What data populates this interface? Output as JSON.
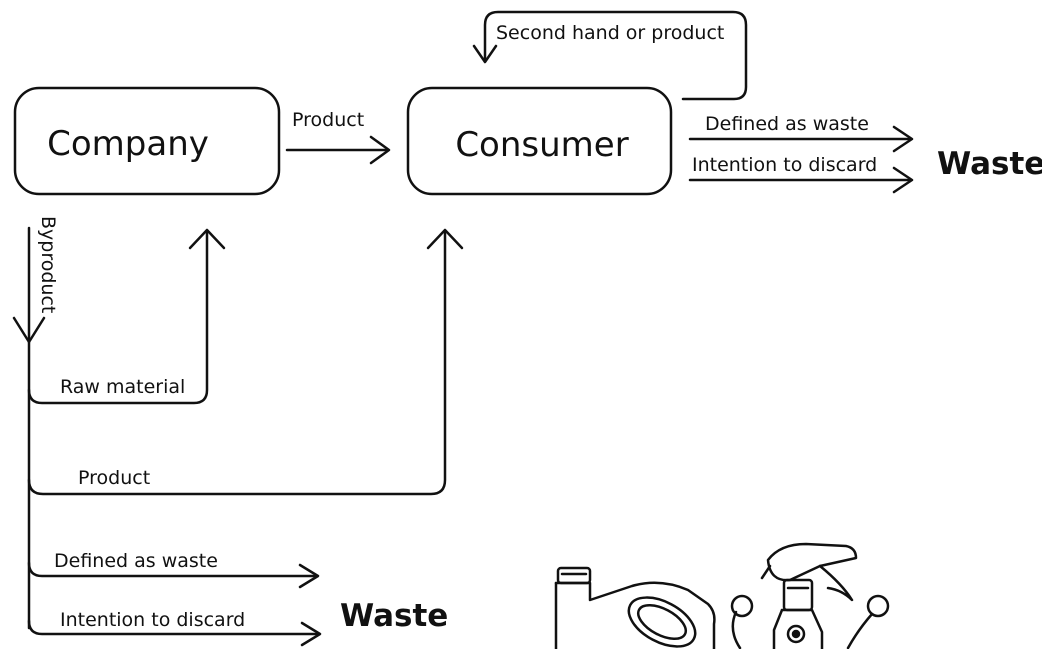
{
  "nodes": {
    "company": "Company",
    "consumer": "Consumer"
  },
  "labels": {
    "product_top": "Product",
    "second_hand": "Second hand or product",
    "defined_waste_top": "Defined as waste",
    "intention_discard_top": "Intention to discard",
    "waste_right": "Waste",
    "byproduct": "Byproduct",
    "raw_material": "Raw material",
    "product_bottom": "Product",
    "defined_waste_bottom": "Defined as waste",
    "intention_discard_bottom": "Intention to discard",
    "waste_bottom": "Waste"
  },
  "style": {
    "stroke_color": "#111111",
    "background": "#ffffff"
  },
  "illustration": {
    "items": [
      "jerrycan-icon",
      "spray-bottle-icon"
    ]
  }
}
